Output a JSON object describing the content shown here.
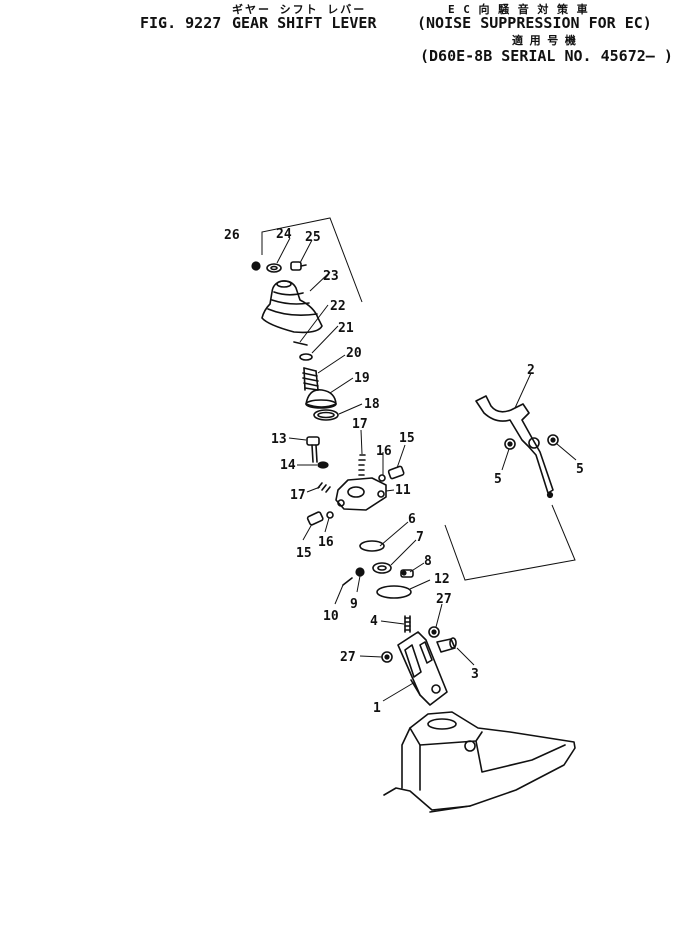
{
  "header": {
    "fig_number": "FIG. 9227",
    "title": "GEAR SHIFT LEVER",
    "subtitle": "(NOISE SUPPRESSION FOR EC)",
    "title_kana": "ギヤー シフト レバー",
    "subtitle_jp": "E C 向 騒 音 対 策 車",
    "applicable_jp": "適 用 号 機",
    "serial": "(D60E-8B SERIAL NO. 45672– )"
  },
  "callouts": [
    {
      "id": "c26a",
      "text": "26"
    },
    {
      "id": "c24",
      "text": "24"
    },
    {
      "id": "c25",
      "text": "25"
    },
    {
      "id": "c23",
      "text": "23"
    },
    {
      "id": "c22",
      "text": "22"
    },
    {
      "id": "c21",
      "text": "21"
    },
    {
      "id": "c20",
      "text": "20"
    },
    {
      "id": "c19",
      "text": "19"
    },
    {
      "id": "c18",
      "text": "18"
    },
    {
      "id": "c13",
      "text": "13"
    },
    {
      "id": "c17a",
      "text": "17"
    },
    {
      "id": "c16a",
      "text": "16"
    },
    {
      "id": "c15a",
      "text": "15"
    },
    {
      "id": "c14",
      "text": "14"
    },
    {
      "id": "c17b",
      "text": "17"
    },
    {
      "id": "c11",
      "text": "11"
    },
    {
      "id": "c15b",
      "text": "15"
    },
    {
      "id": "c16b",
      "text": "16"
    },
    {
      "id": "c6",
      "text": "6"
    },
    {
      "id": "c7",
      "text": "7"
    },
    {
      "id": "c8",
      "text": "8"
    },
    {
      "id": "c12",
      "text": "12"
    },
    {
      "id": "c9",
      "text": "9"
    },
    {
      "id": "c10",
      "text": "10"
    },
    {
      "id": "c4",
      "text": "4"
    },
    {
      "id": "c27a",
      "text": "27"
    },
    {
      "id": "c27b",
      "text": "27"
    },
    {
      "id": "c3",
      "text": "3"
    },
    {
      "id": "c1",
      "text": "1"
    },
    {
      "id": "c2",
      "text": "2"
    },
    {
      "id": "c5a",
      "text": "5"
    },
    {
      "id": "c5b",
      "text": "5"
    }
  ]
}
